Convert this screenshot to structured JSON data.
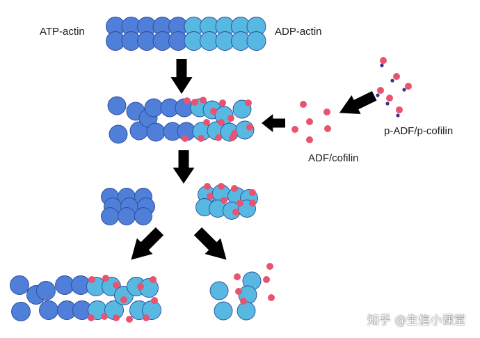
{
  "labels": {
    "atp_actin": "ATP-actin",
    "adp_actin": "ADP-actin",
    "adf_cofilin": "ADF/cofilin",
    "p_adf_cofilin": "p-ADF/p-cofilin"
  },
  "watermark": "知乎 @生信小课堂",
  "colors": {
    "atp_actin": "#4f7fd8",
    "adp_actin": "#57b9e2",
    "cofilin": "#e8546f",
    "phosphate": "#3a2f8f",
    "arrow": "#000000",
    "outline": "#2b4a9b"
  },
  "icons": [
    "down-arrow-icon",
    "left-arrow-icon",
    "down-left-arrow-icon",
    "down-right-arrow-icon"
  ]
}
